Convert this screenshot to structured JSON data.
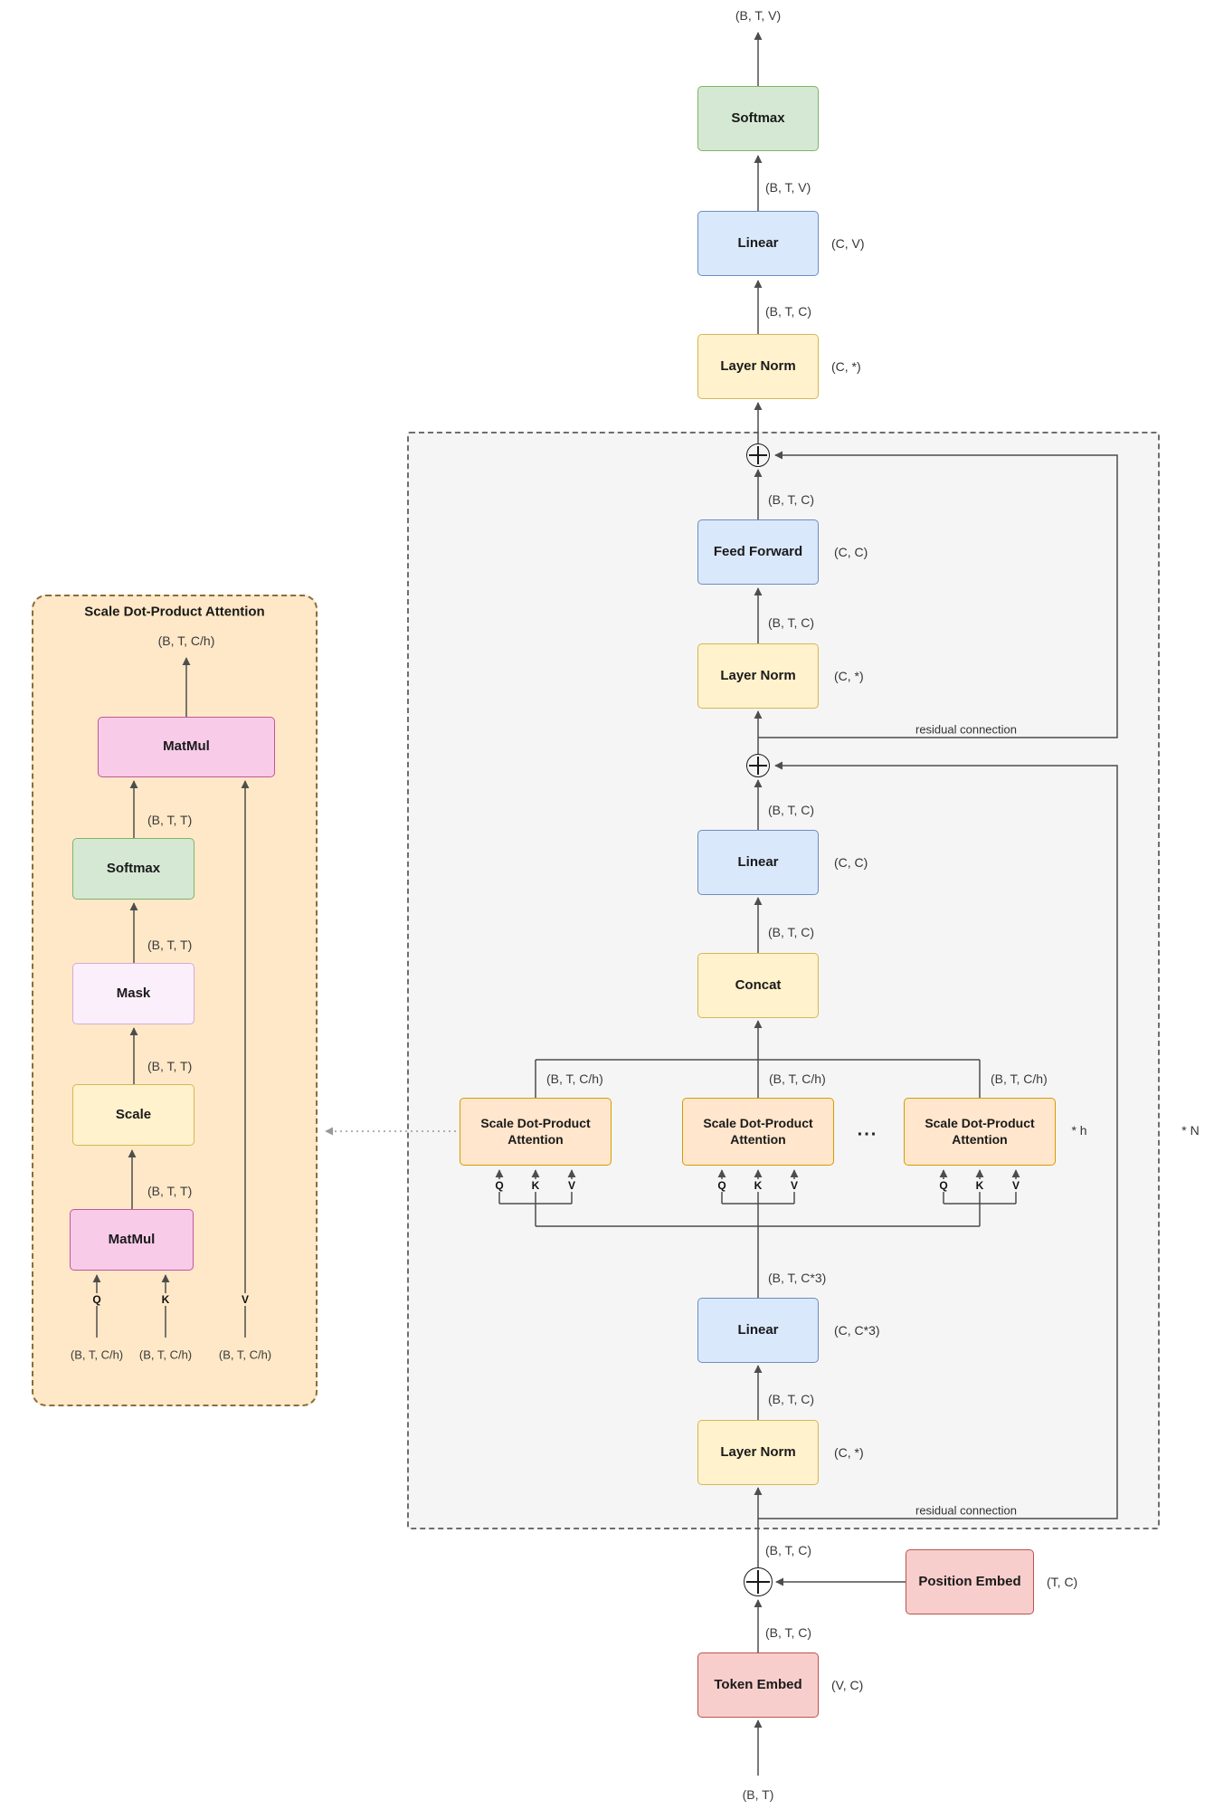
{
  "colors": {
    "green_fill": "#d5e8d4",
    "green_stroke": "#82b366",
    "blue_fill": "#dae8fc",
    "blue_stroke": "#6c8ebf",
    "yellow_fill": "#fff2cc",
    "yellow_stroke": "#d6b656",
    "red_fill": "#f8cecc",
    "red_stroke": "#b85450",
    "orange_fill": "#ffe6cc",
    "orange_stroke": "#d79b00",
    "pink_fill": "#f8cbe8",
    "pink_stroke": "#c2579c",
    "lilac_fill": "#fbeffb",
    "lilac_stroke": "#d8a8d8",
    "block_bg": "#f5f5f5",
    "detail_bg": "#ffe8c7",
    "line": "#4d4d4d"
  },
  "main": {
    "output_shape": "(B, T, V)",
    "softmax": "Softmax",
    "softmax_in": "(B, T, V)",
    "linear_head": "Linear",
    "linear_head_param": "(C, V)",
    "linear_head_in": "(B, T, C)",
    "layernorm_final": "Layer Norm",
    "layernorm_final_param": "(C, *)",
    "block_in": "(B, T, C)",
    "pos_embed": "Position Embed",
    "pos_embed_param": "(T, C)",
    "token_embed": "Token Embed",
    "token_embed_param": "(V, C)",
    "token_embed_out": "(B, T, C)",
    "input_shape": "(B, T)"
  },
  "block": {
    "repeat": "* N",
    "heads_repeat": "* h",
    "dots": "...",
    "residual_label": "residual connection",
    "ff": "Feed Forward",
    "ff_param": "(C, C)",
    "ff_out": "(B, T, C)",
    "ln2": "Layer Norm",
    "ln2_param": "(C, *)",
    "ln2_out": "(B, T, C)",
    "proj": "Linear",
    "proj_param": "(C, C)",
    "proj_out": "(B, T, C)",
    "concat": "Concat",
    "concat_out": "(B, T, C)",
    "head_label": "Scale Dot-Product Attention",
    "head_out": "(B, T, C/h)",
    "q": "Q",
    "k": "K",
    "v": "V",
    "qkv_shape": "(B, T, C*3)",
    "linear_qkv": "Linear",
    "linear_qkv_param": "(C, C*3)",
    "ln1": "Layer Norm",
    "ln1_param": "(C, *)",
    "ln1_out": "(B, T, C)"
  },
  "detail": {
    "title": "Scale Dot-Product Attention",
    "out_shape": "(B, T, C/h)",
    "matmul_av": "MatMul",
    "softmax": "Softmax",
    "softmax_out": "(B, T, T)",
    "mask": "Mask",
    "mask_out": "(B, T, T)",
    "scale": "Scale",
    "scale_out": "(B, T, T)",
    "matmul_qk": "MatMul",
    "matmul_qk_out": "(B, T, T)",
    "q": "Q",
    "k": "K",
    "v": "V",
    "q_shape": "(B, T, C/h)",
    "k_shape": "(B, T, C/h)",
    "v_shape": "(B, T, C/h)"
  }
}
